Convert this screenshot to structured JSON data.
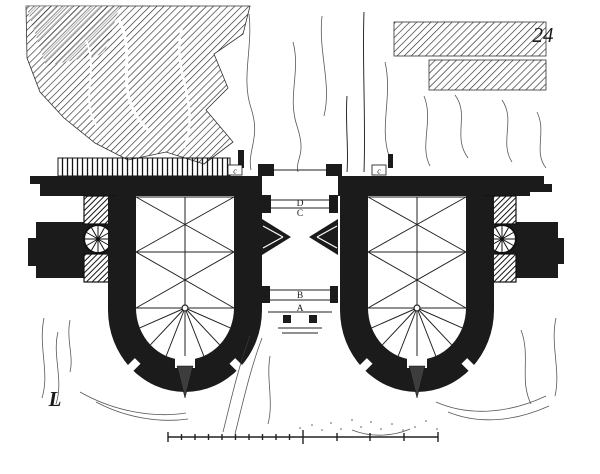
{
  "plate": {
    "number": "24"
  },
  "plan_labels": {
    "d": "D",
    "c": "C",
    "b": "B",
    "a": "A",
    "gate_left": "c",
    "gate_right": "c"
  },
  "signature": {
    "monogram": "L"
  },
  "colors": {
    "ink": "#1b1b1b",
    "paper": "#ffffff",
    "shade": "#3d3d3d"
  }
}
